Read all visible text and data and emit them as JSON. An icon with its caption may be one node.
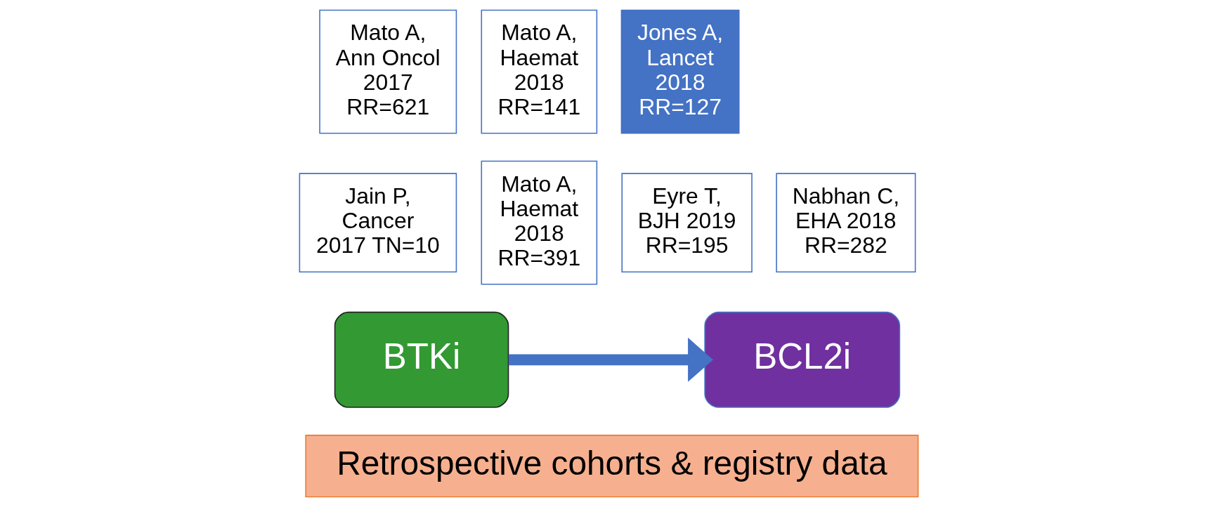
{
  "diagram": {
    "nodes": [
      {
        "text": [
          "Mato A, Ann Oncol 2017 RR=621"
        ]
      },
      {
        "text": [
          "Mato A, Haemat 2018 RR=141"
        ]
      },
      {
        "text": [
          "Jones A, Lancet 2018 RR=127"
        ]
      },
      {
        "text": [
          "Jain P, Cancer 2017 TN=10"
        ]
      },
      {
        "text": [
          "Mato A, Haemat 2018 RR=391"
        ]
      },
      {
        "text": [
          "Eyre T, BJH 2019 RR=195"
        ]
      },
      {
        "text": [
          "Nabhan C, EHA 2018 RR=282"
        ]
      },
      {
        "text": [
          "BTKi"
        ]
      },
      {
        "text": [
          "BCL2i"
        ]
      },
      {
        "text": [
          "Retrospective cohorts & registry data"
        ]
      }
    ],
    "edges": [
      {
        "from": 7,
        "to": 8,
        "arrow": "to",
        "color": "#4472c4"
      }
    ]
  }
}
